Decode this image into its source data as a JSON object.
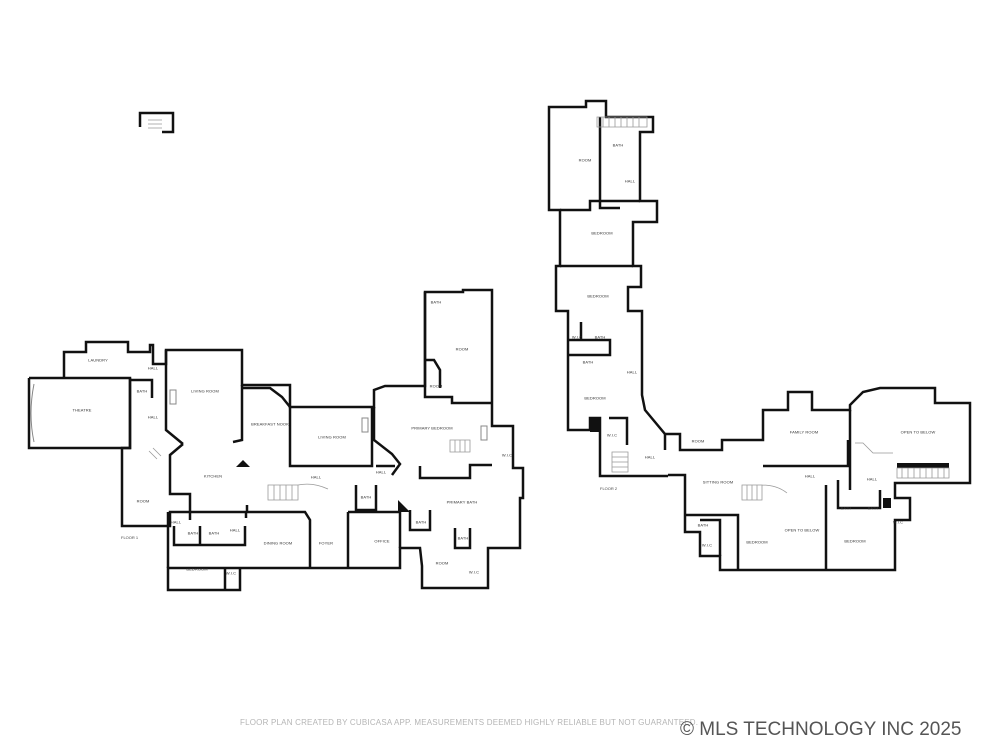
{
  "floor1": {
    "label": "FLOOR 1",
    "rooms": [
      "LAUNDRY",
      "HALL",
      "BATH",
      "THEATRE",
      "LIVING ROOM",
      "HALL",
      "BREAKFAST NOOK",
      "LIVING ROOM",
      "PRIMARY BEDROOM",
      "ROOM",
      "BATH",
      "ROOM",
      "W.I.C",
      "KITCHEN",
      "HALL",
      "HALL",
      "ROOM",
      "BATH",
      "PRIMARY BATH",
      "HALL",
      "BATH",
      "BATH",
      "HALL",
      "DINING ROOM",
      "FOYER",
      "OFFICE",
      "BATH",
      "BATH",
      "ROOM",
      "W.I.C",
      "BEDROOM",
      "W.I.C"
    ]
  },
  "floor2": {
    "label": "FLOOR 2",
    "rooms": [
      "ROOM",
      "BATH",
      "HALL",
      "BEDROOM",
      "BEDROOM",
      "W.I.C",
      "BATH",
      "BATH",
      "HALL",
      "BEDROOM",
      "W.I.C",
      "ROOM",
      "HALL",
      "FAMILY ROOM",
      "OPEN TO BELOW",
      "HALL",
      "HALL",
      "SITTING ROOM",
      "BATH",
      "W.I.C",
      "BEDROOM",
      "OPEN TO BELOW",
      "BATH",
      "BATH",
      "W.I.C",
      "BEDROOM"
    ]
  },
  "footer": {
    "disclaimer": "FLOOR PLAN CREATED BY CUBICASA APP. MEASUREMENTS DEEMED HIGHLY RELIABLE BUT NOT GUARANTEED.",
    "copyright": "© MLS TECHNOLOGY INC 2025"
  }
}
